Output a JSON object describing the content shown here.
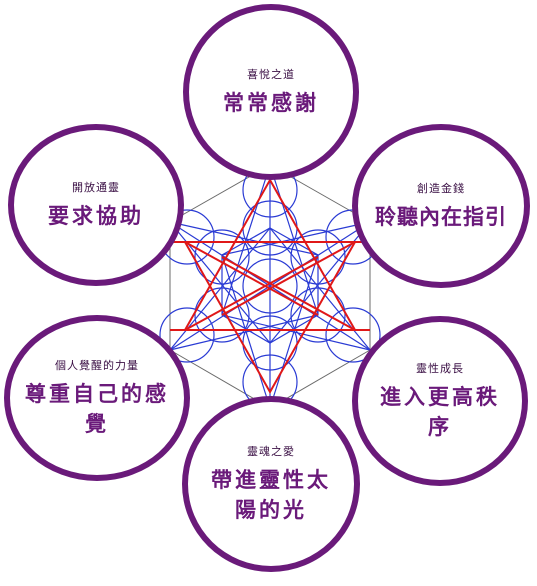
{
  "colors": {
    "ring": "#6a1a7a",
    "caption": "#3a0f44",
    "main_text": "#6a1a7a",
    "geometry_blue": "#2a3bd4",
    "geometry_red": "#e01818",
    "geometry_gray": "#6b6b6b"
  },
  "circles": {
    "top": {
      "caption": "喜悅之道",
      "main": "常常感謝"
    },
    "upper_left": {
      "caption": "開放通靈",
      "main": "要求協助"
    },
    "upper_right": {
      "caption": "創造金錢",
      "main": "聆聽內在指引"
    },
    "lower_left": {
      "caption": "個人覺醒的力量",
      "main_line1": "尊重自己的感",
      "main_line2": "覺"
    },
    "lower_right": {
      "caption": "靈性成長",
      "main_line1": "進入更高秩",
      "main_line2": "序"
    },
    "bottom": {
      "caption": "靈魂之愛",
      "main_line1": "帶進靈性太",
      "main_line2": "陽的光"
    }
  }
}
